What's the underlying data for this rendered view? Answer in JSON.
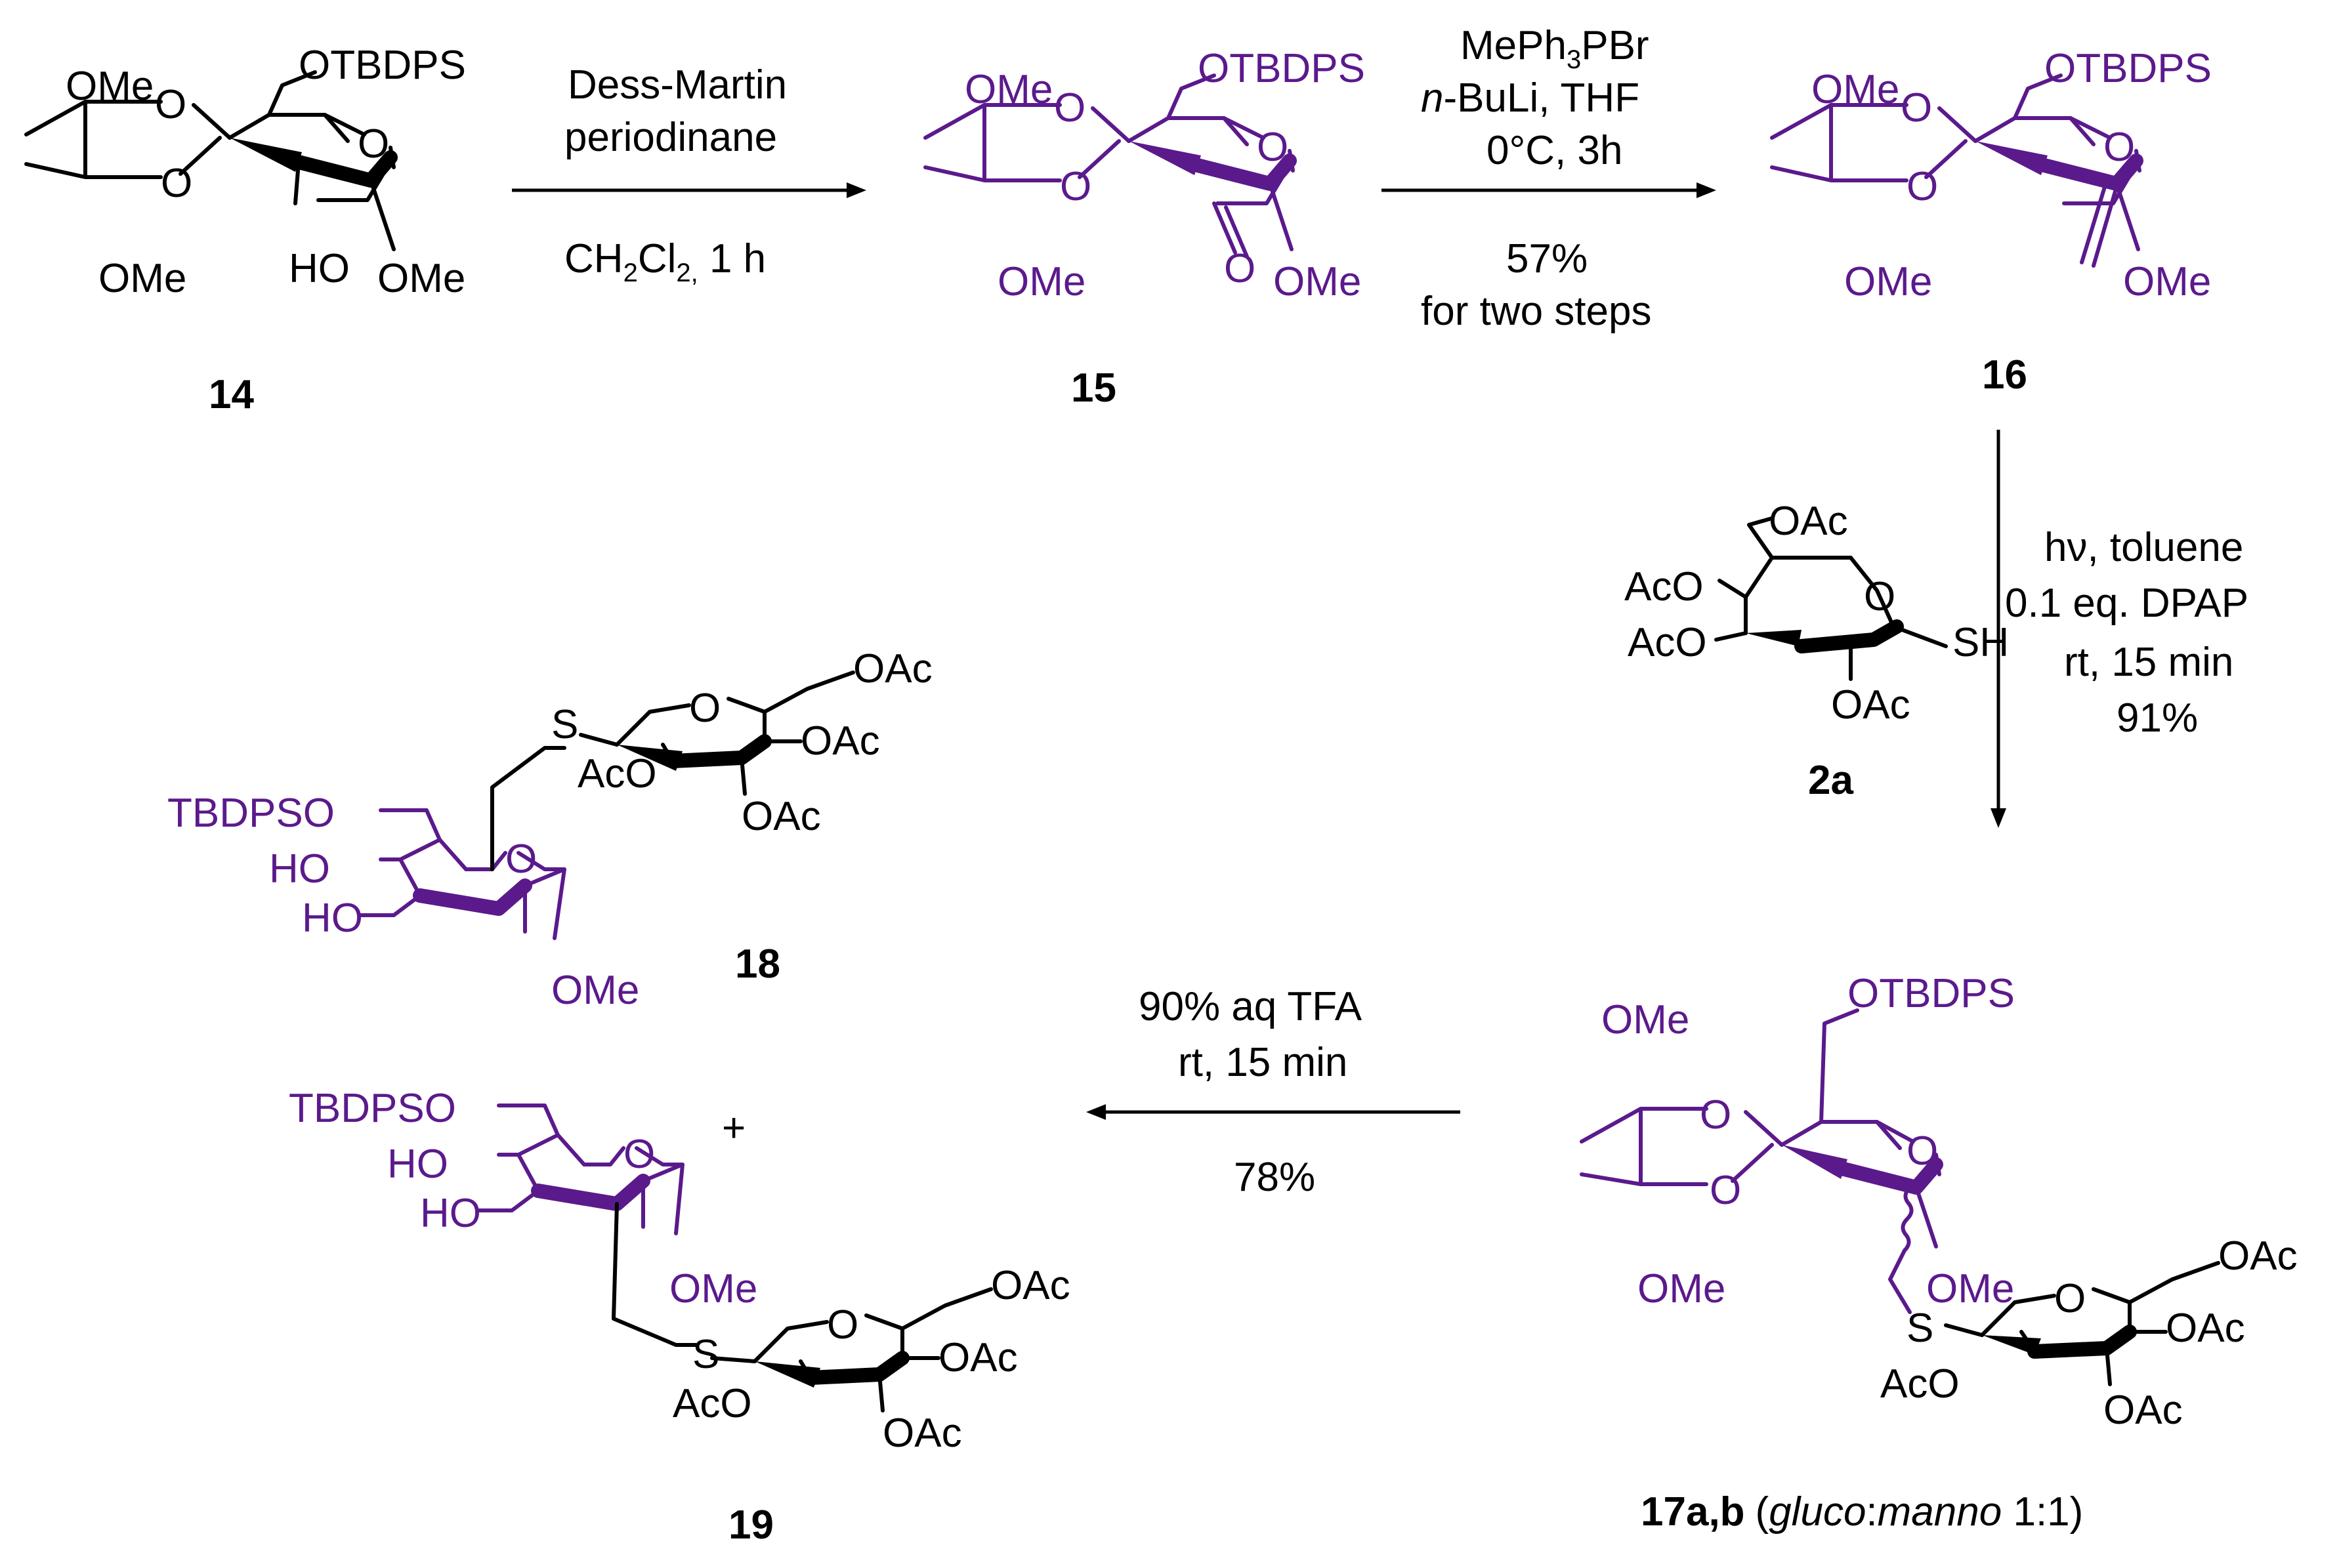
{
  "compounds": {
    "c14": {
      "id": "14",
      "labels": {
        "ome_top": "OMe",
        "otbdps": "OTBDPS",
        "o_ring": "O",
        "o_diox1": "O",
        "o_diox2": "O",
        "ome_bottom": "OMe",
        "ho": "HO",
        "ome_anomeric": "OMe"
      }
    },
    "c15": {
      "id": "15",
      "labels": {
        "ome_top": "OMe",
        "otbdps": "OTBDPS",
        "o_ring": "O",
        "o_diox1": "O",
        "o_diox2": "O",
        "ome_bottom": "OMe",
        "keto": "O",
        "ome_anomeric": "OMe"
      }
    },
    "c16": {
      "id": "16",
      "labels": {
        "ome_top": "OMe",
        "otbdps": "OTBDPS",
        "o_ring": "O",
        "o_diox1": "O",
        "o_diox2": "O",
        "ome_bottom": "OMe",
        "ome_anomeric": "OMe"
      }
    },
    "c2a": {
      "id": "2a",
      "labels": {
        "oac6": "OAc",
        "aco4": "AcO",
        "aco3": "AcO",
        "o_ring": "O",
        "sh": "SH",
        "oac2": "OAc"
      }
    },
    "c17": {
      "id": "17a,b",
      "note_open": "(",
      "note_gluco": "gluco",
      "note_colon": ":",
      "note_manno": "manno",
      "note_ratio": " 1:1)",
      "labels": {
        "ome_top": "OMe",
        "otbdps": "OTBDPS",
        "o_ring": "O",
        "o_diox1": "O",
        "o_diox2": "O",
        "ome_bottom": "OMe",
        "ome_anomeric": "OMe",
        "s": "S",
        "aco": "AcO",
        "o_ring2": "O",
        "oac6": "OAc",
        "oac4": "OAc",
        "oac3": "OAc"
      }
    },
    "c18": {
      "id": "18",
      "labels": {
        "tbdpso": "TBDPSO",
        "ho4": "HO",
        "ho3": "HO",
        "o_ring": "O",
        "ome": "OMe",
        "s": "S",
        "aco": "AcO",
        "o_ring2": "O",
        "oac6": "OAc",
        "oac4": "OAc",
        "oac3": "OAc"
      }
    },
    "c19": {
      "id": "19",
      "labels": {
        "tbdpso": "TBDPSO",
        "ho4": "HO",
        "ho3": "HO",
        "o_ring": "O",
        "ome": "OMe",
        "s": "S",
        "aco": "AcO",
        "o_ring2": "O",
        "oac6": "OAc",
        "oac4": "OAc",
        "oac3": "OAc"
      }
    }
  },
  "reactions": {
    "r1": {
      "above1": "Dess-Martin",
      "above2": "periodinane",
      "below_ch": "CH",
      "below_2a": "2",
      "below_cl": "Cl",
      "below_2b": "2,",
      "below_time": " 1 h"
    },
    "r2": {
      "above1_a": "MePh",
      "above1_sub": "3",
      "above1_b": "PBr",
      "above2_it": "n",
      "above2_rest": "-BuLi,  THF",
      "above3": "0°C, 3h",
      "below1": "57%",
      "below2": "for two steps"
    },
    "r3": {
      "line1": "hν, toluene",
      "line2": "0.1 eq.  DPAP",
      "line3": "rt, 15 min",
      "line4": "91%"
    },
    "r4": {
      "above1": "90% aq TFA",
      "above2": "rt, 15 min",
      "below": "78%"
    }
  },
  "plus": "+",
  "colors": {
    "product_purple": "#5b1a8c",
    "black": "#000000"
  }
}
